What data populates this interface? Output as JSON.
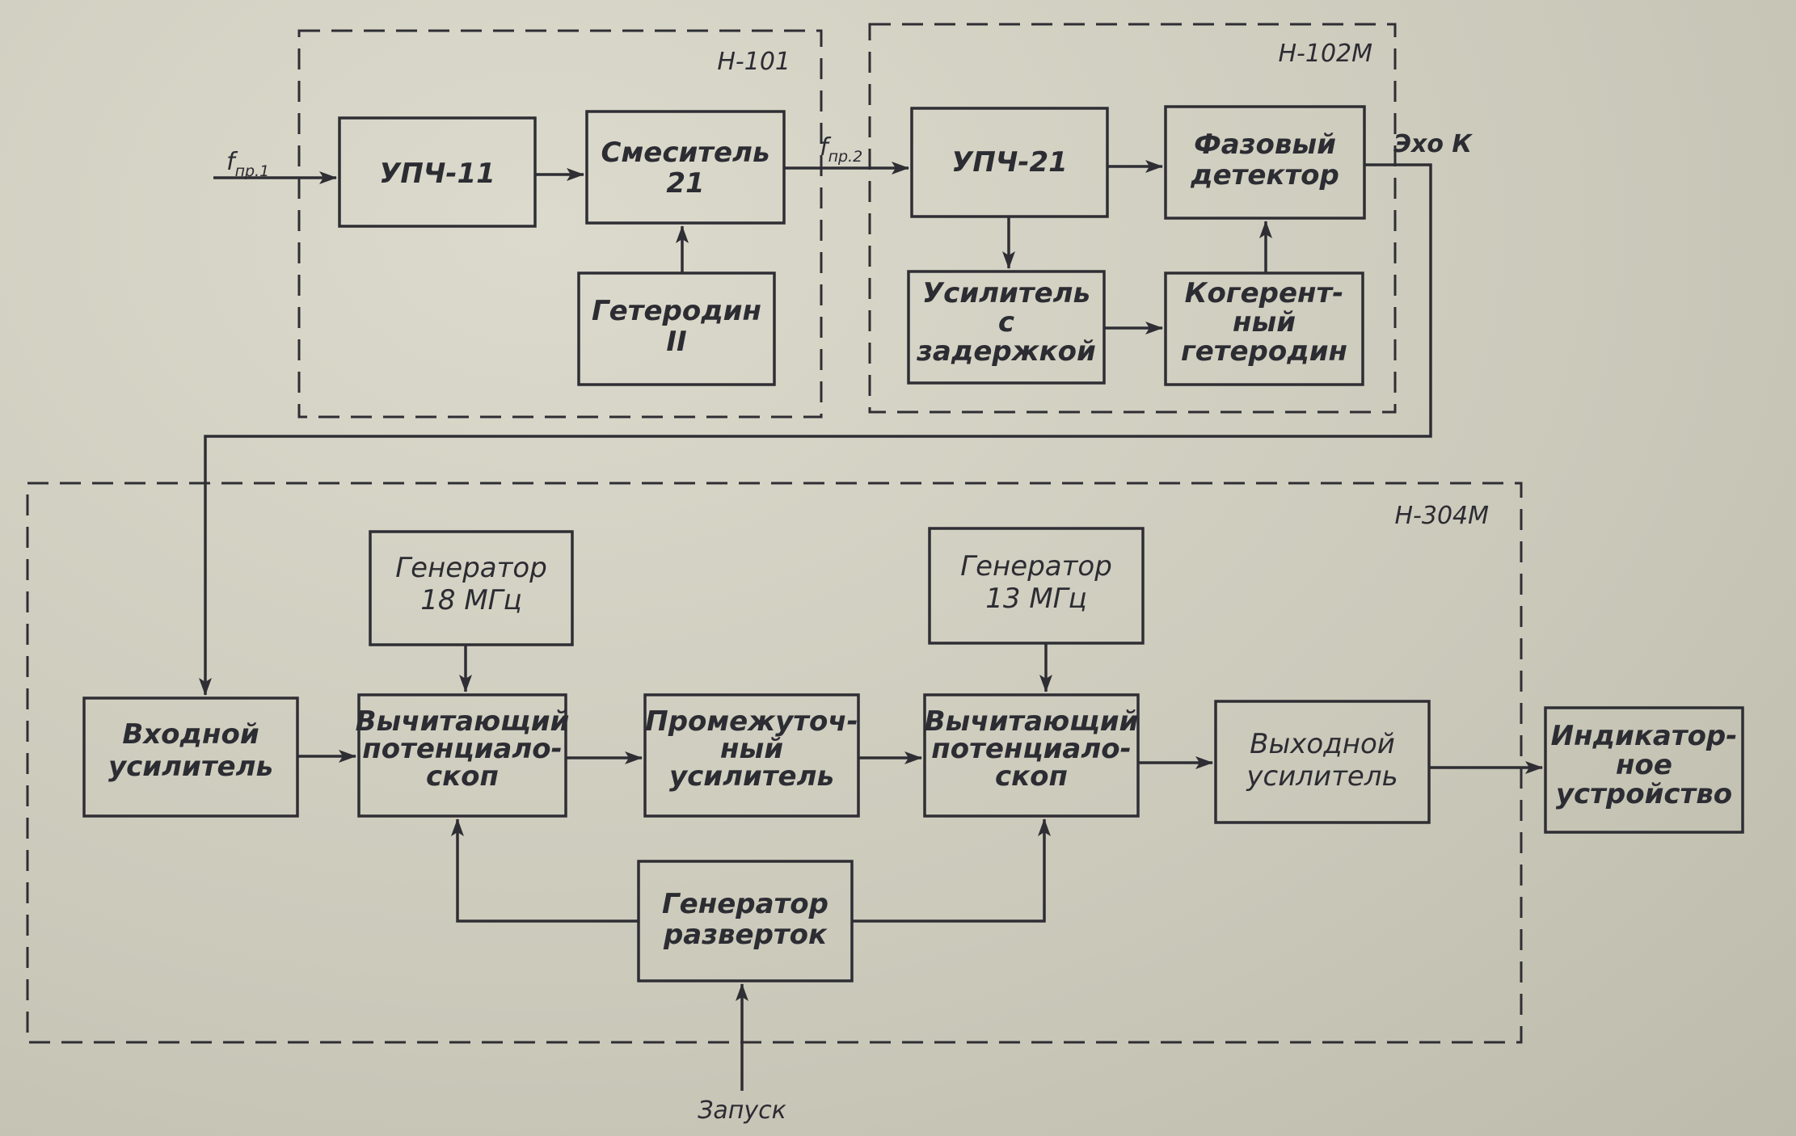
{
  "frames": {
    "n101": "Н-101",
    "n102m": "Н-102М",
    "n304m": "Н-304М"
  },
  "signals": {
    "f_main": "f",
    "f_if1_sub": "пр.1",
    "f_if2_sub": "пр.2",
    "echo": "Эхо К",
    "trigger": "Запуск"
  },
  "blocks": {
    "upch11": [
      "УПЧ-11"
    ],
    "mixer21": [
      "Смеситель",
      "21"
    ],
    "heterodyne2": [
      "Гетеродин",
      "II"
    ],
    "upch21": [
      "УПЧ-21"
    ],
    "phase_detector": [
      "Фазовый",
      "детектор"
    ],
    "delay_amp": [
      "Усилитель",
      "с",
      "задержкой"
    ],
    "coherent_lo": [
      "Когерент-",
      "ный",
      "гетеродин"
    ],
    "gen18": [
      "Генератор",
      "18 МГц"
    ],
    "gen13": [
      "Генератор",
      "13 МГц"
    ],
    "input_amp": [
      "Входной",
      "усилитель"
    ],
    "subtractor1": [
      "Вычитающий",
      "потенциало-",
      "скоп"
    ],
    "intermediate_amp": [
      "Промежуточ-",
      "ный",
      "усилитель"
    ],
    "subtractor2": [
      "Вычитающий",
      "потенциало-",
      "скоп"
    ],
    "output_amp": [
      "Выходной",
      "усилитель"
    ],
    "indicator": [
      "Индикатор-",
      "ное",
      "устройство"
    ],
    "sweep_gen": [
      "Генератор",
      "разверток"
    ]
  }
}
